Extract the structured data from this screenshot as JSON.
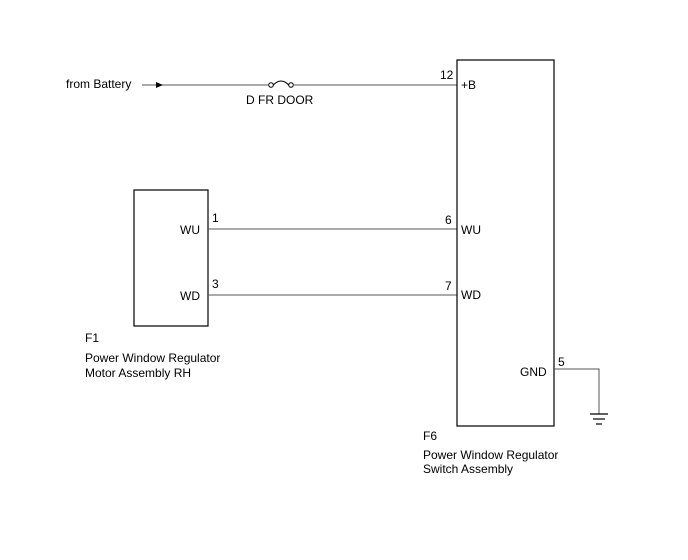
{
  "source": {
    "label": "from Battery"
  },
  "fuse": {
    "label": "D FR DOOR"
  },
  "motor": {
    "id": "F1",
    "name_line1": "Power Window Regulator",
    "name_line2": "Motor Assembly RH",
    "pins": [
      {
        "number": "1",
        "name": "WU"
      },
      {
        "number": "3",
        "name": "WD"
      }
    ]
  },
  "switch": {
    "id": "F6",
    "name_line1": "Power Window Regulator",
    "name_line2": "Switch Assembly",
    "pins": [
      {
        "number": "12",
        "name": "+B"
      },
      {
        "number": "6",
        "name": "WU"
      },
      {
        "number": "7",
        "name": "WD"
      },
      {
        "number": "5",
        "name": "GND"
      }
    ]
  },
  "ground": {
    "icon": "ground-symbol-icon"
  }
}
